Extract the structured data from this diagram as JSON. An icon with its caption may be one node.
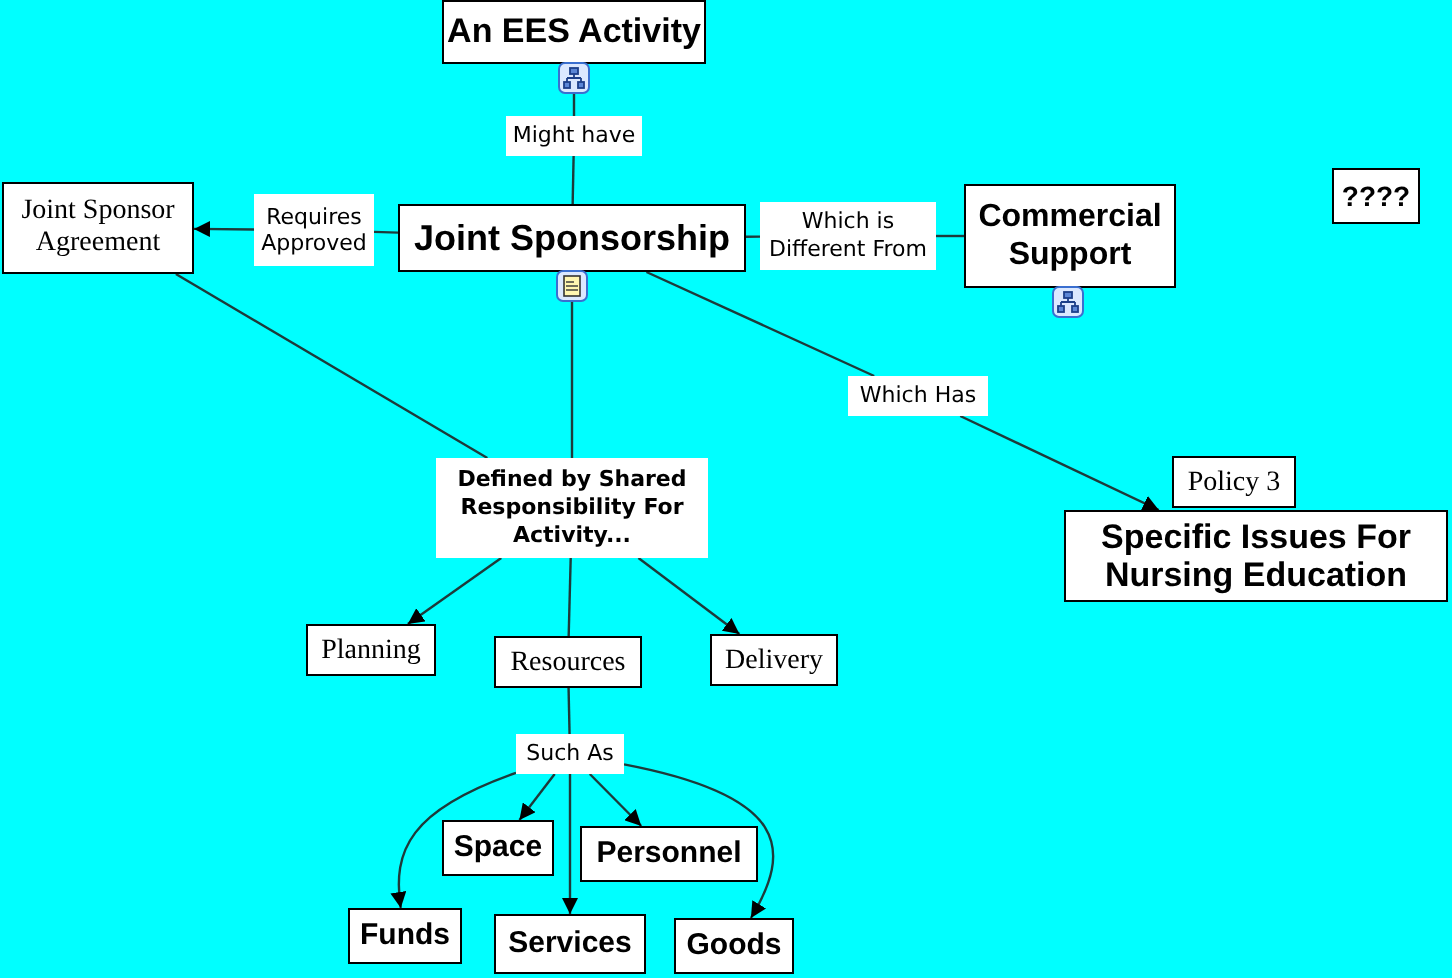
{
  "diagram": {
    "nodes": [
      {
        "text": [
          "An EES Activity"
        ]
      },
      {
        "text": [
          "Might have"
        ]
      },
      {
        "text": [
          "Joint Sponsorship"
        ]
      },
      {
        "text": [
          "Requires Approved"
        ]
      },
      {
        "text": [
          "Joint Sponsor Agreement"
        ]
      },
      {
        "text": [
          "Which is Different From"
        ]
      },
      {
        "text": [
          "Commercial Support"
        ]
      },
      {
        "text": [
          "????"
        ]
      },
      {
        "text": [
          "Which Has"
        ]
      },
      {
        "text": [
          "Policy 3"
        ]
      },
      {
        "text": [
          "Specific Issues For Nursing Education"
        ]
      },
      {
        "text": [
          "Defined by Shared Responsibility For Activity..."
        ]
      },
      {
        "text": [
          "Planning"
        ]
      },
      {
        "text": [
          "Resources"
        ]
      },
      {
        "text": [
          "Delivery"
        ]
      },
      {
        "text": [
          "Such As"
        ]
      },
      {
        "text": [
          "Space"
        ]
      },
      {
        "text": [
          "Personnel"
        ]
      },
      {
        "text": [
          "Funds"
        ]
      },
      {
        "text": [
          "Services"
        ]
      },
      {
        "text": [
          "Goods"
        ]
      }
    ],
    "edges": [
      {
        "from": 0,
        "to": 1,
        "arrow": "none"
      },
      {
        "from": 1,
        "to": 2,
        "arrow": "none"
      },
      {
        "from": 2,
        "to": 3,
        "arrow": "none"
      },
      {
        "from": 3,
        "to": 4,
        "arrow": "to"
      },
      {
        "from": 2,
        "to": 5,
        "arrow": "none"
      },
      {
        "from": 5,
        "to": 6,
        "arrow": "none"
      },
      {
        "from": 2,
        "to": 8,
        "arrow": "none"
      },
      {
        "from": 8,
        "to": 10,
        "arrow": "to"
      },
      {
        "from": 4,
        "to": 11,
        "arrow": "none"
      },
      {
        "from": 2,
        "to": 11,
        "arrow": "none"
      },
      {
        "from": 11,
        "to": 12,
        "arrow": "to"
      },
      {
        "from": 11,
        "to": 13,
        "arrow": "none"
      },
      {
        "from": 11,
        "to": 14,
        "arrow": "to"
      },
      {
        "from": 13,
        "to": 15,
        "arrow": "none"
      },
      {
        "from": 15,
        "to": 18,
        "arrow": "to"
      },
      {
        "from": 15,
        "to": 16,
        "arrow": "to"
      },
      {
        "from": 15,
        "to": 19,
        "arrow": "to"
      },
      {
        "from": 15,
        "to": 17,
        "arrow": "to"
      },
      {
        "from": 15,
        "to": 20,
        "arrow": "to"
      }
    ]
  }
}
